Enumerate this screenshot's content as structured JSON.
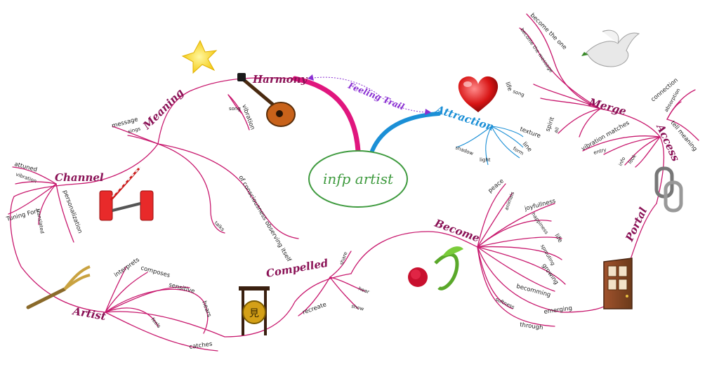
{
  "center": "infp artist",
  "trail": "Feeling Trail",
  "main_branches": {
    "harmony": "Harmony",
    "attraction": "Attraction",
    "meaning": "Meaning",
    "channel": "Channel",
    "artist": "Artist",
    "compelled": "Compelled",
    "become": "Become",
    "portal": "Portal",
    "access": "Access",
    "merge": "Merge"
  },
  "harmony_subs": [
    "song",
    "vibration"
  ],
  "attraction_subs": [
    "texture",
    "line",
    "form",
    "light",
    "shadow"
  ],
  "meaning_subs": [
    "message",
    "sings",
    "of consciousness observing itself",
    "talks"
  ],
  "channel_subs": [
    "attuned",
    "vibration",
    "personalization",
    "translated",
    "Tuning Fork"
  ],
  "artist_subs": [
    "interprets",
    "composes",
    "sensitive",
    "hears",
    "feels",
    "catches"
  ],
  "compelled_subs": [
    "share",
    "hear",
    "show",
    "recreate"
  ],
  "become_subs": [
    "peace",
    "animals",
    "joyfullness",
    "happiness",
    "life",
    "sprouting",
    "growing",
    "becomming",
    "emerging",
    "softness",
    "through"
  ],
  "merge_subs": [
    "become the one",
    "become the message",
    "life",
    "song",
    "spirit",
    "all"
  ],
  "access_subs": [
    "connection",
    "absorption",
    "tell meaning",
    "vibration matches",
    "entry",
    "info",
    "look"
  ],
  "colors": {
    "branch": "#c8196e",
    "harmony_trunk": "#e0167e",
    "attraction_trunk": "#1b8fd6",
    "center_border": "#3e9a3e",
    "trail": "#8a2fd2"
  },
  "icons": [
    "star-icon",
    "mandolin-icon",
    "heart-icon",
    "dove-icon",
    "chain-icon",
    "door-icon",
    "rose-icon",
    "gong-icon",
    "tuning-fork-icon",
    "cones-icon"
  ]
}
